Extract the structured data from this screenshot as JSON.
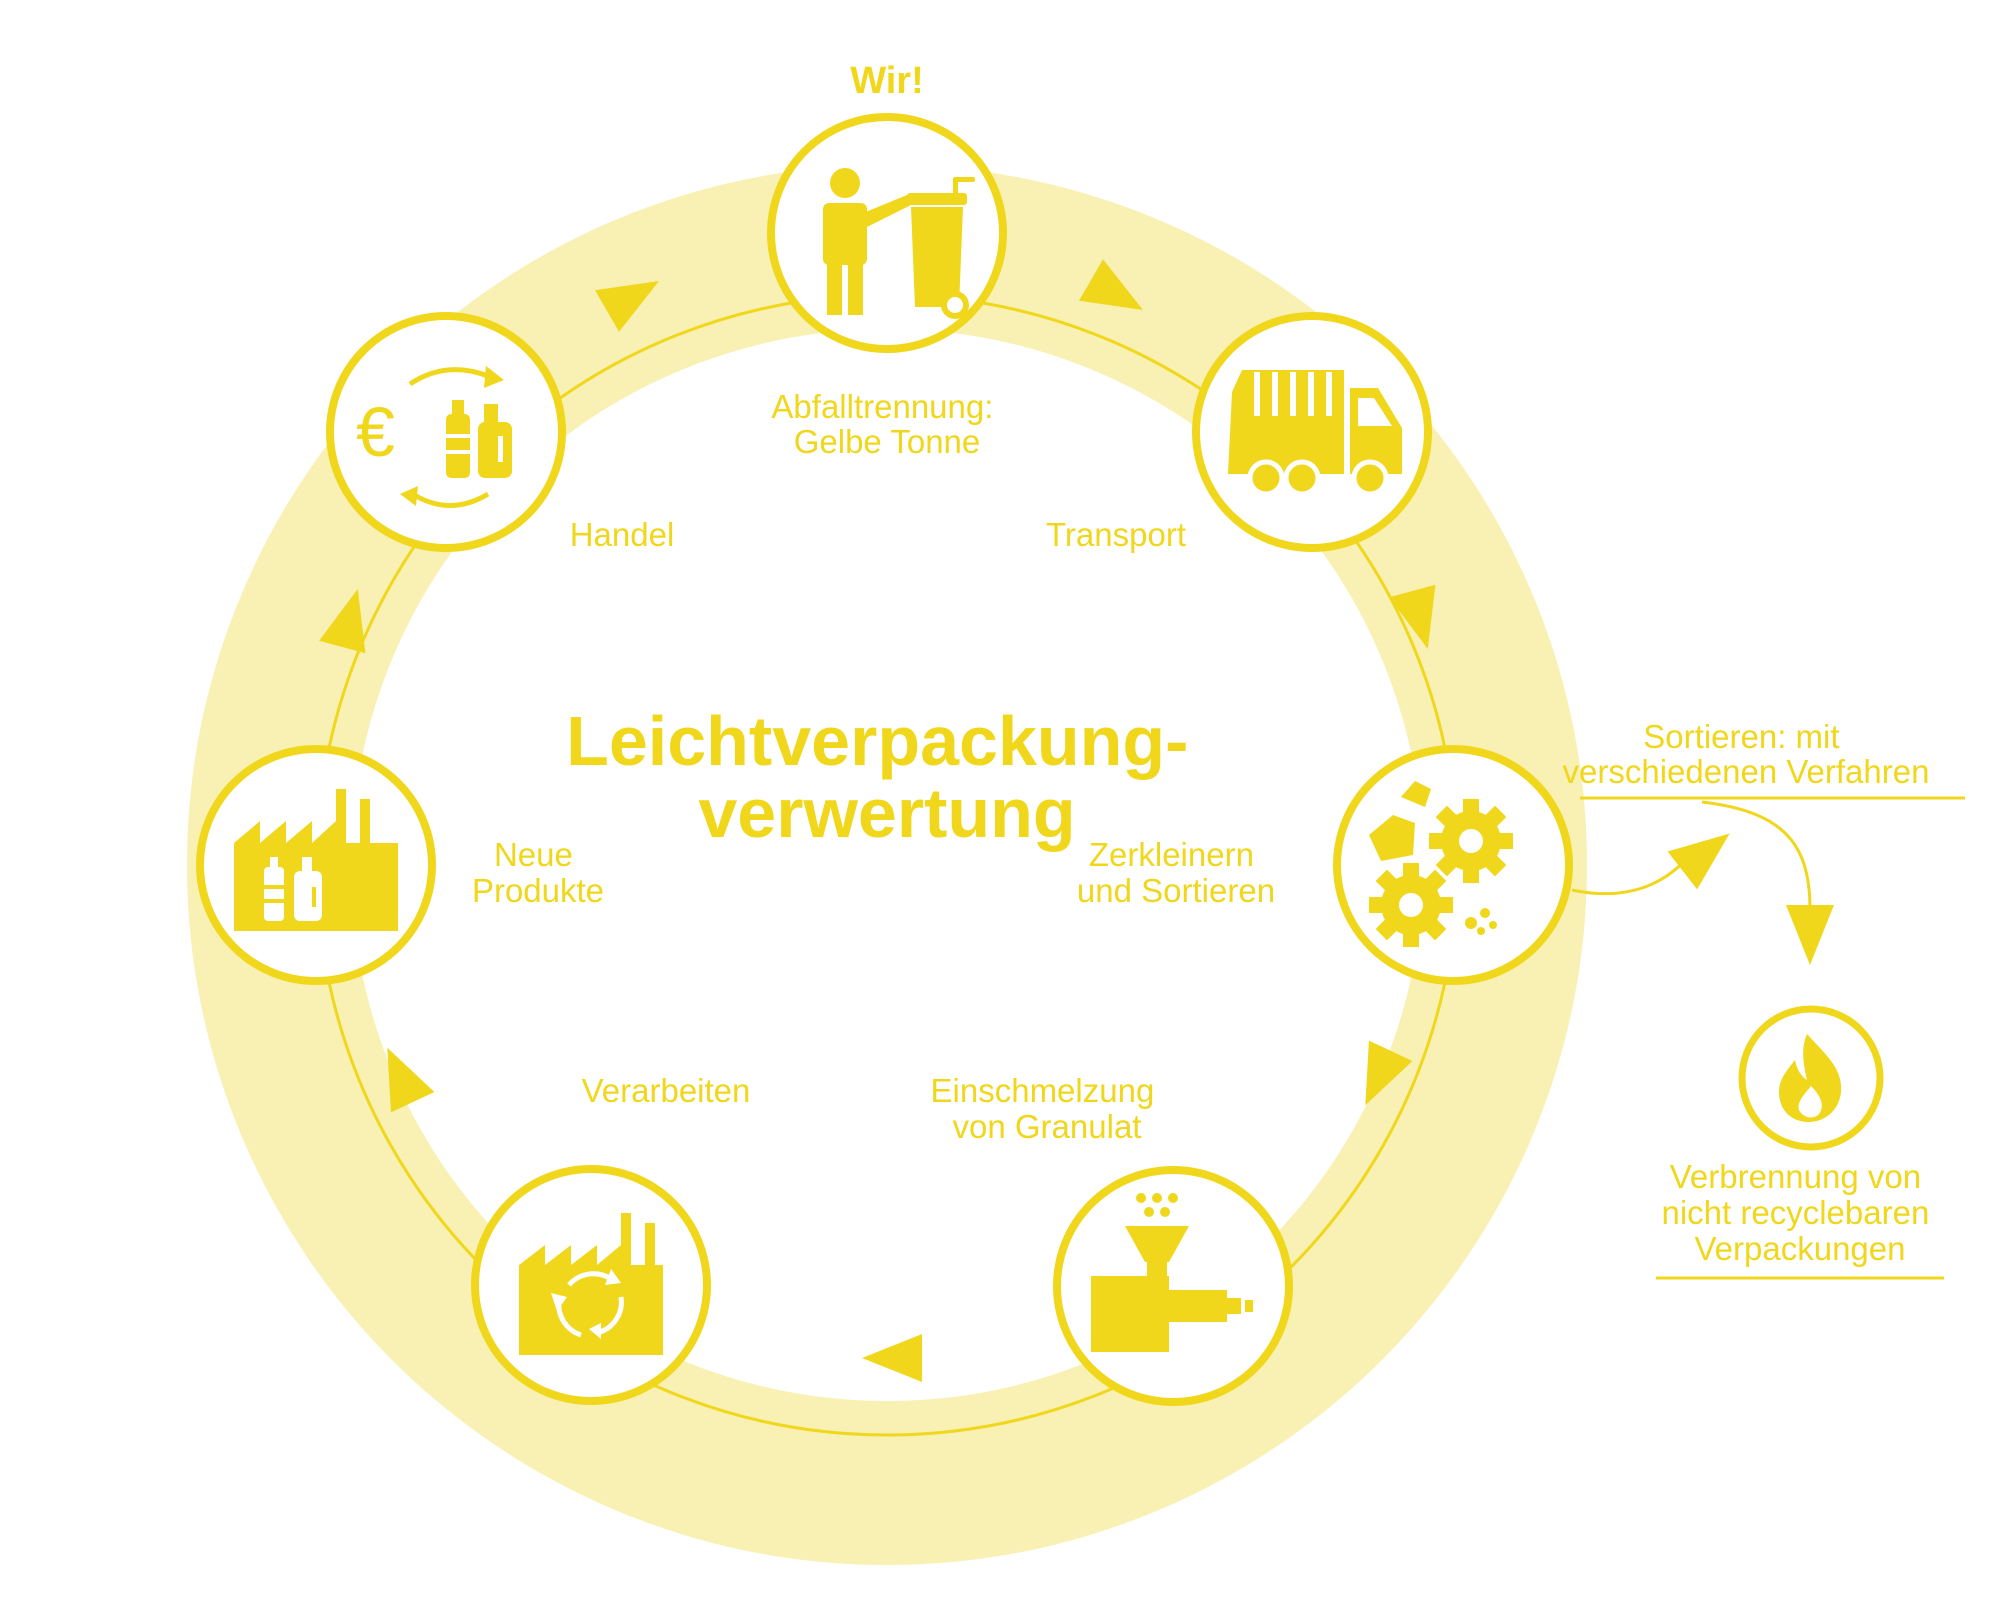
{
  "title": {
    "line1": "Leichtverpackung-",
    "line2": "verwertung"
  },
  "top_label": "Wir!",
  "colors": {
    "accent": "#f0d71c",
    "ring": "#f8f1b3",
    "background": "#ffffff"
  },
  "steps": [
    {
      "icon": "person-bin-icon",
      "lines": [
        "Abfalltrennung:",
        "Gelbe Tonne"
      ]
    },
    {
      "icon": "garbage-truck-icon",
      "lines": [
        "Transport"
      ]
    },
    {
      "icon": "gears-shredder-icon",
      "lines": [
        "Zerkleinern",
        "und Sortieren"
      ]
    },
    {
      "icon": "extruder-icon",
      "lines": [
        "Einschmelzung",
        "von Granulat"
      ]
    },
    {
      "icon": "factory-recycle-icon",
      "lines": [
        "Verarbeiten"
      ]
    },
    {
      "icon": "factory-bottles-icon",
      "lines": [
        "Neue",
        "Produkte"
      ]
    },
    {
      "icon": "euro-bottles-icon",
      "lines": [
        "Handel"
      ]
    }
  ],
  "side_branch": {
    "sort_lines": [
      "Sortieren: mit",
      "verschiedenen Verfahren"
    ],
    "burn_icon": "flame-icon",
    "burn_lines": [
      "Verbrennung von",
      "nicht recyclebaren",
      "Verpackungen"
    ]
  }
}
